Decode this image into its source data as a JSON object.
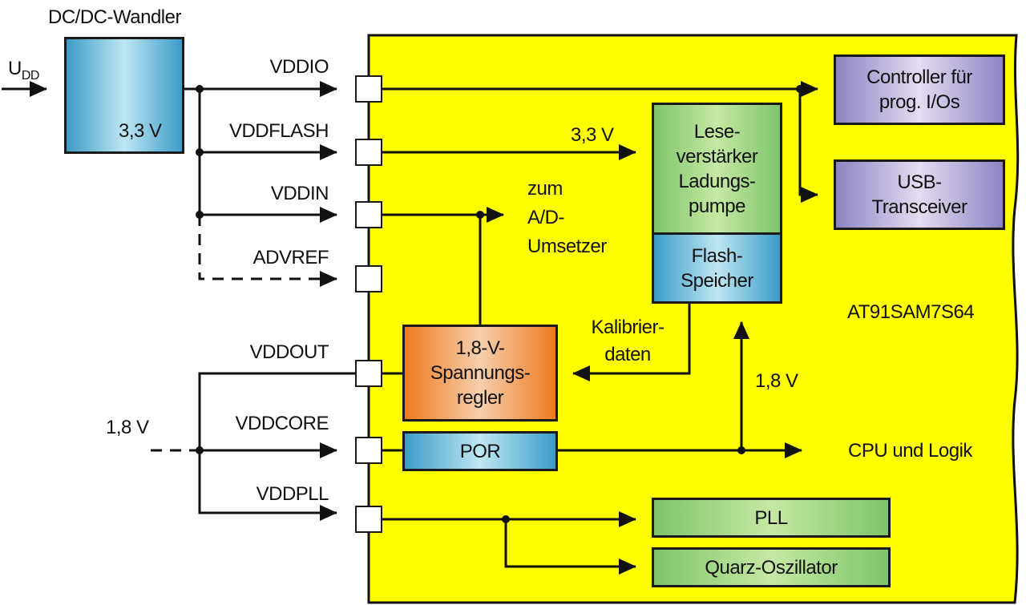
{
  "title": "AT91SAM7S64",
  "colors": {
    "chip_fill": "#ffff00",
    "line": "#111111",
    "green_block": "#7ec56a",
    "blue_block": "#3b9cc7",
    "purple_block": "#8d84c4",
    "orange_block": "#f07a1e"
  },
  "external": {
    "converter_title": "DC/DC-Wandler",
    "converter_voltage": "3,3 V",
    "supply_input": {
      "main": "U",
      "sub": "DD"
    },
    "core_supply_voltage": "1,8 V"
  },
  "pins": [
    {
      "name": "VDDIO",
      "style": "solid"
    },
    {
      "name": "VDDFLASH",
      "style": "solid"
    },
    {
      "name": "VDDIN",
      "style": "solid"
    },
    {
      "name": "ADVREF",
      "style": "dashed"
    },
    {
      "name": "VDDOUT",
      "style": "solid"
    },
    {
      "name": "VDDCORE",
      "style": "solid"
    },
    {
      "name": "VDDPLL",
      "style": "solid"
    }
  ],
  "blocks": {
    "io_controller": [
      "Controller für",
      "prog. I/Os"
    ],
    "usb": [
      "USB-",
      "Transceiver"
    ],
    "sense_amp": [
      "Lese-",
      "verstärker",
      "Ladungs-",
      "pumpe"
    ],
    "flash": [
      "Flash-",
      "Speicher"
    ],
    "regulator": [
      "1,8-V-",
      "Spannungs-",
      "regler"
    ],
    "por": [
      "POR"
    ],
    "pll": [
      "PLL"
    ],
    "oscillator": [
      "Quarz-Oszillator"
    ]
  },
  "annotations": {
    "flash_voltage": "3,3 V",
    "adc": [
      "zum",
      "A/D-",
      "Umsetzer"
    ],
    "calibration": [
      "Kalibrier-",
      "daten"
    ],
    "core_voltage": "1,8 V",
    "cpu": "CPU und Logik"
  }
}
